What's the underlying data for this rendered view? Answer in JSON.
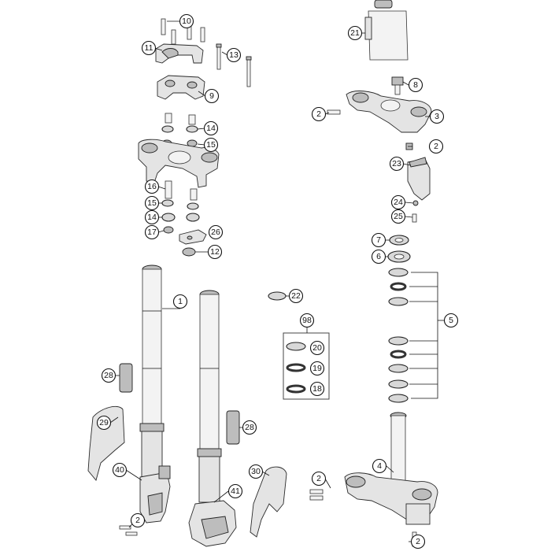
{
  "diagram": {
    "labels": {
      "l1": "1",
      "l2a": "2",
      "l2b": "2",
      "l2c": "2",
      "l2d": "2",
      "l2e": "2",
      "l3": "3",
      "l4": "4",
      "l5": "5",
      "l6": "6",
      "l7": "7",
      "l8": "8",
      "l9": "9",
      "l10": "10",
      "l11": "11",
      "l12": "12",
      "l13": "13",
      "l14a": "14",
      "l14b": "14",
      "l15a": "15",
      "l15b": "15",
      "l16": "16",
      "l17": "17",
      "l18": "18",
      "l19": "19",
      "l20": "20",
      "l21": "21",
      "l22": "22",
      "l23": "23",
      "l24": "24",
      "l25": "25",
      "l26": "26",
      "l28a": "28",
      "l28b": "28",
      "l29": "29",
      "l30": "30",
      "l40": "40",
      "l41": "41",
      "l98": "98"
    }
  }
}
